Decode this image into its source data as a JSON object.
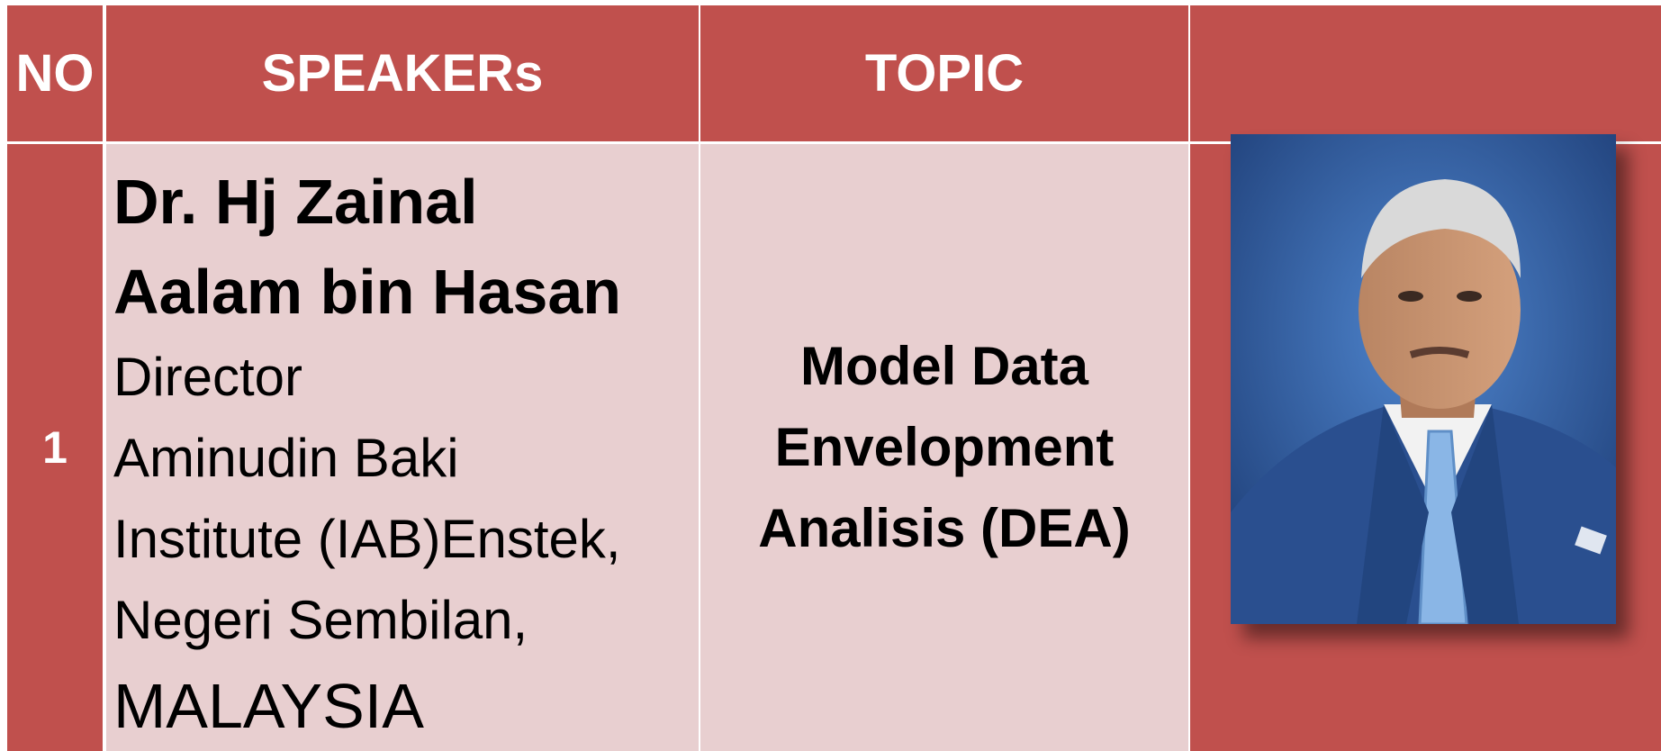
{
  "table": {
    "headers": {
      "no": "NO",
      "speakers": "SPEAKERs",
      "topic": "TOPIC"
    },
    "rows": [
      {
        "no": "1",
        "speaker_name_line1": "Dr. Hj Zainal",
        "speaker_name_line2": "Aalam bin Hasan",
        "role": "Director",
        "org_line1": "Aminudin Baki",
        "org_line2": "Institute (IAB)Enstek,",
        "org_line3": "Negeri Sembilan,",
        "country": "MALAYSIA",
        "topic_line1": "Model Data",
        "topic_line2": "Envelopment",
        "topic_line3": "Analisis (DEA)"
      }
    ]
  },
  "colors": {
    "header_red": "#c0504d",
    "cell_pink": "#e8cfd0",
    "suit_blue": "#2a4f8f",
    "bg_blue": "#2e5fa8"
  }
}
